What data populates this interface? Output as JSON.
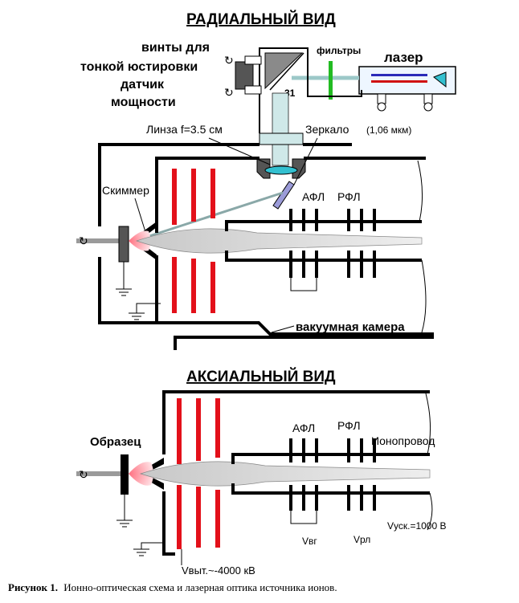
{
  "radial": {
    "title": "РАДИАЛЬНЫЙ ВИД",
    "labels": {
      "screws_line1": "винты для",
      "screws_line2": "тонкой юстировки",
      "sensor_line1": "датчик",
      "sensor_line2": "мощности",
      "filters": "фильтры",
      "laser": "лазер",
      "part_number": "31",
      "lens": "Линза f=3.5 см",
      "mirror": "Зеркало",
      "mirror_wavelength": "(1,06 мкм)",
      "skimmer": "Скиммер",
      "afl": "АФЛ",
      "rfl": "РФЛ",
      "chamber": "вакуумная камера"
    }
  },
  "axial": {
    "title": "АКСИАЛЬНЫЙ ВИД",
    "labels": {
      "sample": "Образец",
      "afl": "АФЛ",
      "rfl": "РФЛ",
      "ion_guide": "Ионопровод",
      "v_accel": "Vуск.=1000 В",
      "v_afl": "Vвг",
      "v_rfl": "Vрл",
      "v_extract": "Vвыт.~-4000 кВ"
    }
  },
  "caption": {
    "label": "Рисунок 1.",
    "text": "Ионно-оптическая схема и лазерная оптика источника ионов."
  },
  "colors": {
    "electrode_red": "#e3101a",
    "beam_gray": "#d9d9d9",
    "optics_teal": "#cfe8e8",
    "laser_green": "#22bb22",
    "laser_blue": "#2a2ab8",
    "plume_pink": "#f4a0a8"
  }
}
